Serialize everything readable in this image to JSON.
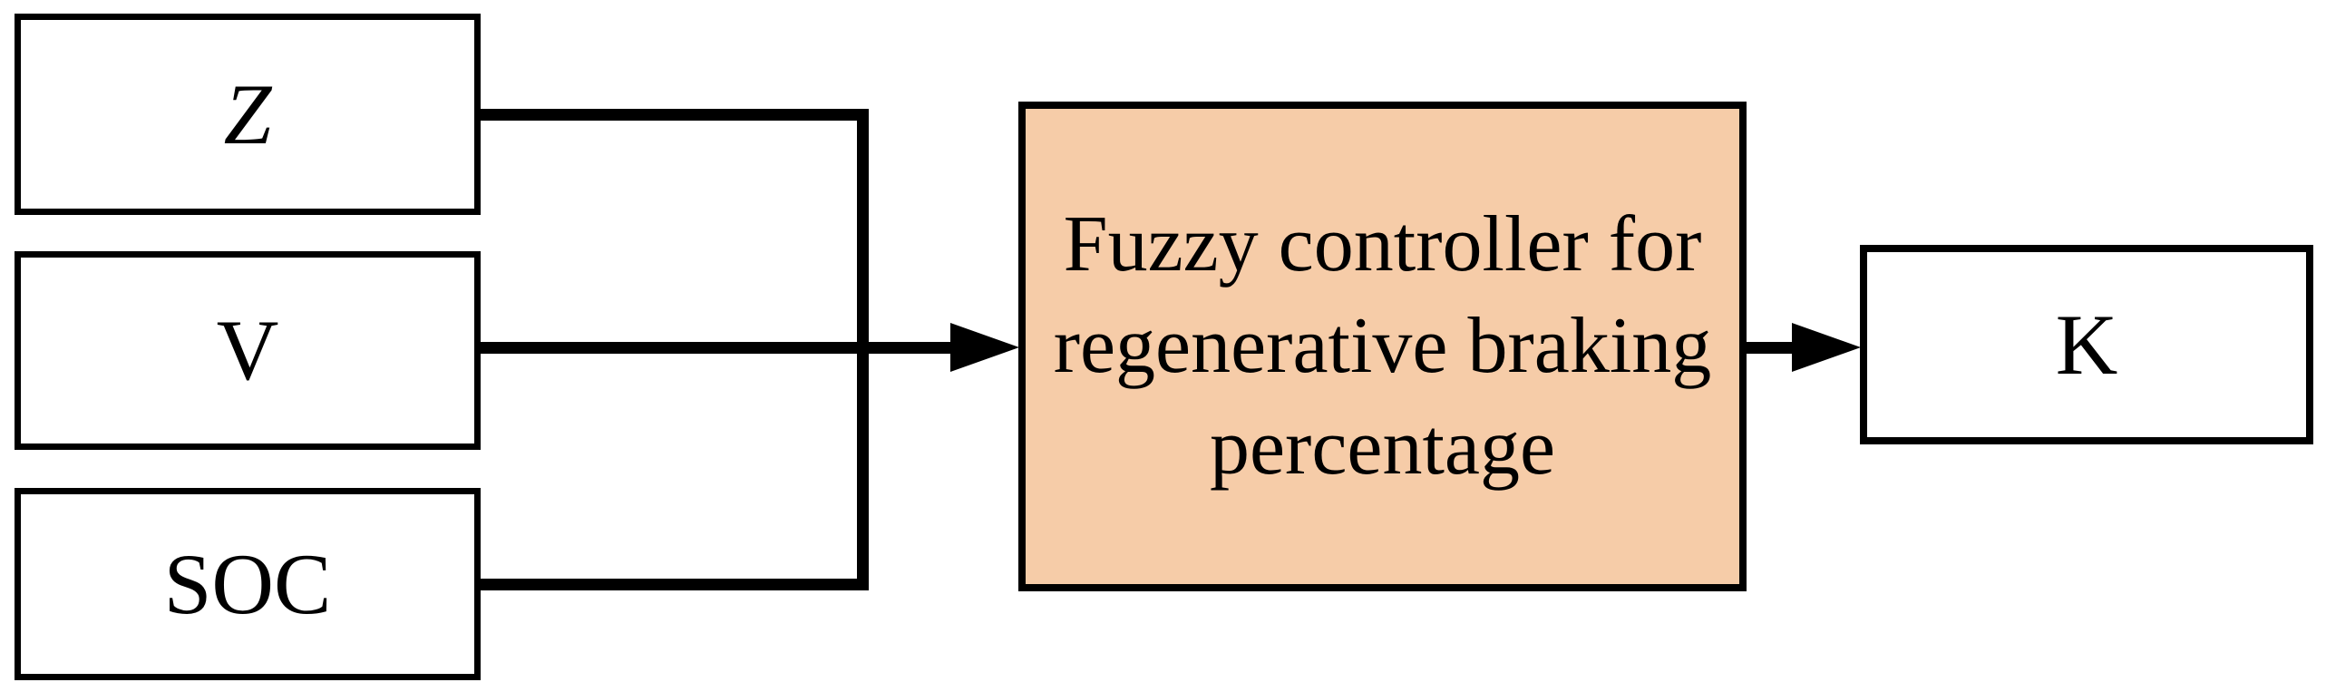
{
  "colors": {
    "background": "#FFFFFF",
    "line": "#000000",
    "text": "#000000",
    "controller_fill": "#F6CCA8",
    "io_box_fill": "#FFFFFF"
  },
  "nodes": {
    "z": {
      "label": "Z"
    },
    "v": {
      "label": "V"
    },
    "soc": {
      "label": "SOC"
    },
    "controller": {
      "label": "Fuzzy controller for regenerative braking percentage",
      "lines": [
        "Fuzzy controller for",
        "regenerative braking",
        "percentage"
      ]
    },
    "k": {
      "label": "K"
    }
  },
  "edges": [
    {
      "from": "Z",
      "to": "Fuzzy controller for regenerative braking percentage"
    },
    {
      "from": "V",
      "to": "Fuzzy controller for regenerative braking percentage"
    },
    {
      "from": "SOC",
      "to": "Fuzzy controller for regenerative braking percentage"
    },
    {
      "from": "Fuzzy controller for regenerative braking percentage",
      "to": "K"
    }
  ]
}
